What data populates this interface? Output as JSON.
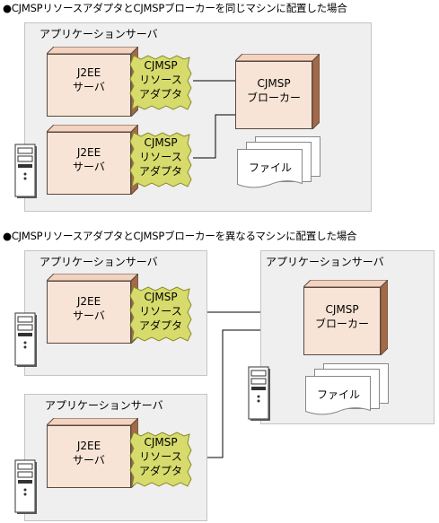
{
  "captions": {
    "same": "●CJMSPリソースアダプタとCJMSPブローカーを同じマシンに配置した場合",
    "different": "●CJMSPリソースアダプタとCJMSPブローカーを異なるマシンに配置した場合"
  },
  "labels": {
    "app_server": "アプリケーションサーバ",
    "j2ee_line1": "J2EE",
    "j2ee_line2": "サーバ",
    "cjmsp": "CJMSP",
    "adapter_line2": "リソース",
    "adapter_line3": "アダプタ",
    "broker_line2": "ブローカー",
    "file": "ファイル"
  },
  "icons": [
    "server-machine-icon",
    "file-stack-icon"
  ],
  "colors": {
    "server_area": "#efefef",
    "box_front": "#f8e4d6",
    "box_side": "#a36a47",
    "adapter_fill": "#d7db6c"
  }
}
